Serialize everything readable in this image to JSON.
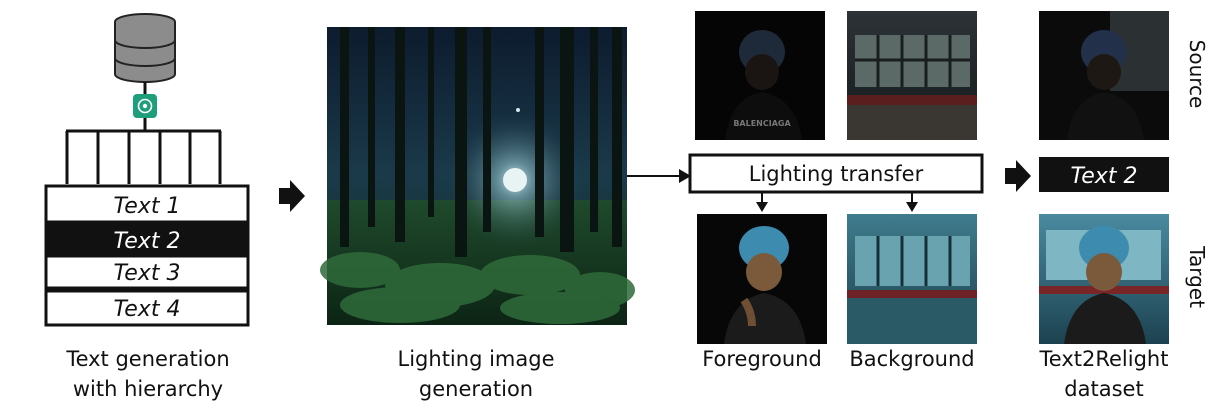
{
  "stage1": {
    "text_items": [
      "Text 1",
      "Text 2",
      "Text 3",
      "Text 4"
    ],
    "highlighted_index": 1,
    "caption_lines": [
      "Text generation",
      "with hierarchy"
    ]
  },
  "stage2": {
    "caption_lines": [
      "Lighting image",
      "generation"
    ]
  },
  "stage3": {
    "transfer_label": "Lighting transfer",
    "foreground_label": "Foreground",
    "background_label": "Background"
  },
  "stage4": {
    "text_chip": "Text 2",
    "caption_lines": [
      "Text2Relight",
      "dataset"
    ],
    "source_label": "Source",
    "target_label": "Target"
  },
  "logo_text": {
    "foreground_shirt": "BALENCIAGA"
  },
  "colors": {
    "accent_green": "#1e9e7a",
    "highlight_black": "#111111"
  }
}
